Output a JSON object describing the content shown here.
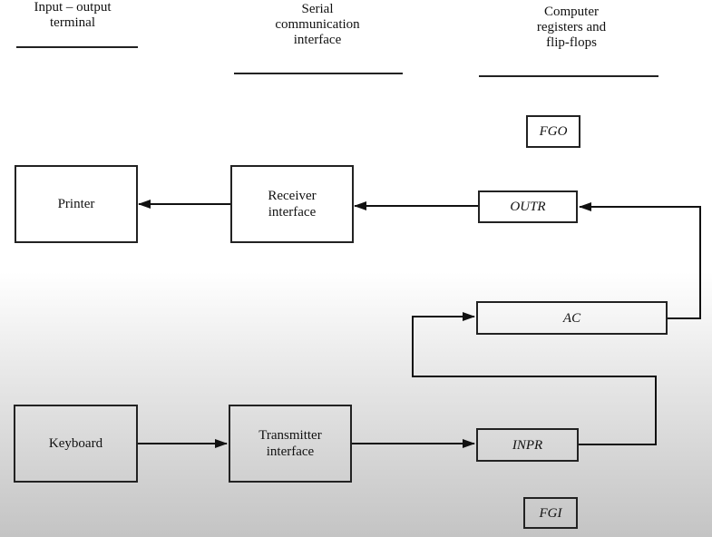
{
  "headers": {
    "io": "Input – output\nterminal",
    "serial": "Serial\ncommunication\ninterface",
    "computer": "Computer\nregisters and\nflip-flops"
  },
  "boxes": {
    "printer": "Printer",
    "receiver": "Receiver\ninterface",
    "keyboard": "Keyboard",
    "transmitter": "Transmitter\ninterface",
    "fgo": "FGO",
    "outr": "OUTR",
    "ac": "AC",
    "inpr": "INPR",
    "fgi": "FGI"
  }
}
